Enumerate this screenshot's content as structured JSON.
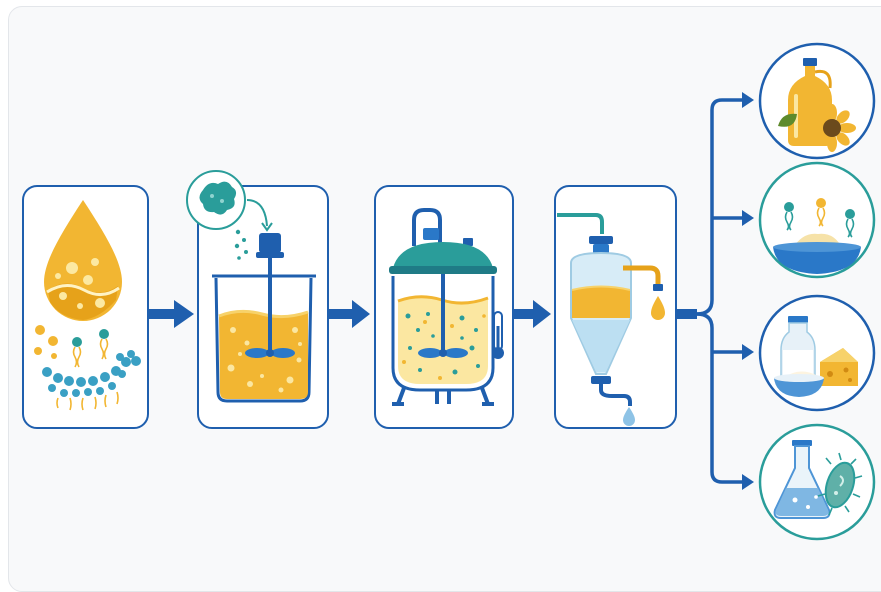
{
  "diagram": {
    "colors": {
      "primary_blue": "#1f5fae",
      "teal": "#2a9d9a",
      "amber": "#f2b632",
      "amber_light": "#f7d26a",
      "pale_yellow": "#fbe7a1",
      "water_blue": "#8ec3e6",
      "background": "#f8f9fa"
    },
    "stages": [
      {
        "id": "lipid-substrate",
        "icons": [
          "oil-droplet-icon",
          "lipid-molecules-icon"
        ]
      },
      {
        "id": "enzyme-mixing",
        "icons": [
          "enzyme-icon",
          "stirred-beaker-icon"
        ]
      },
      {
        "id": "bioreactor",
        "icons": [
          "jacketed-reactor-icon",
          "thermometer-icon"
        ]
      },
      {
        "id": "separation",
        "icons": [
          "separator-funnel-icon",
          "oil-drop-icon",
          "water-drop-icon"
        ]
      }
    ],
    "applications": [
      {
        "id": "edible-oils",
        "icons": [
          "oil-bottle-icon",
          "sunflower-icon",
          "leaf-icon"
        ]
      },
      {
        "id": "emulsifiers",
        "icons": [
          "powder-bowl-icon",
          "phospholipid-icon"
        ]
      },
      {
        "id": "dairy",
        "icons": [
          "milk-bottle-icon",
          "cream-bowl-icon",
          "cheese-icon"
        ]
      },
      {
        "id": "microbial",
        "icons": [
          "flask-icon",
          "bacterium-icon"
        ]
      }
    ]
  }
}
